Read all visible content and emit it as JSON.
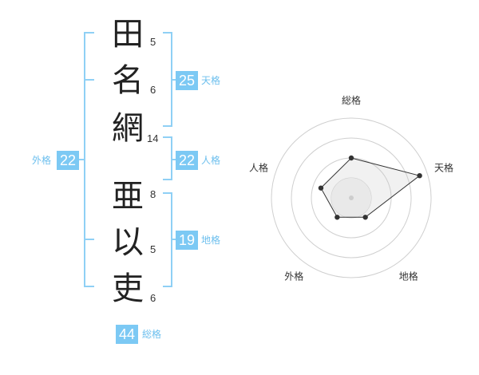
{
  "name_chars": [
    {
      "char": "田",
      "strokes": "5"
    },
    {
      "char": "名",
      "strokes": "6"
    },
    {
      "char": "網",
      "strokes": "14"
    },
    {
      "char": "亜",
      "strokes": "8"
    },
    {
      "char": "以",
      "strokes": "5"
    },
    {
      "char": "吏",
      "strokes": "6"
    }
  ],
  "kaku": {
    "tenkaku": {
      "value": "25",
      "label": "天格"
    },
    "jinkaku": {
      "value": "22",
      "label": "人格"
    },
    "chikaku": {
      "value": "19",
      "label": "地格"
    },
    "gaikaku": {
      "value": "22",
      "label": "外格"
    },
    "soukaku": {
      "value": "44",
      "label": "総格"
    }
  },
  "colors": {
    "accent": "#7cc9f4",
    "label": "#6cbfee",
    "bracket": "#8fd0f5"
  },
  "chart_data": {
    "type": "radar",
    "axes": [
      "総格",
      "天格",
      "地格",
      "外格",
      "人格"
    ],
    "values": [
      0.5,
      0.9,
      0.3,
      0.3,
      0.4
    ],
    "rmax": 1,
    "rings": 4
  }
}
